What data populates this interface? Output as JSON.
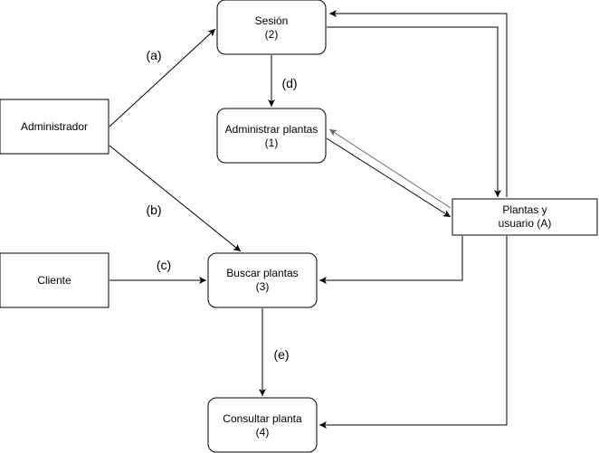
{
  "nodes": {
    "sesion": {
      "line1": "Sesión",
      "line2": "(2)"
    },
    "administrar": {
      "line1": "Administrar plantas",
      "line2": "(1)"
    },
    "buscar": {
      "line1": "Buscar plantas",
      "line2": "(3)"
    },
    "consultar": {
      "line1": "Consultar planta",
      "line2": "(4)"
    },
    "administrador": {
      "line1": "Administrador"
    },
    "cliente": {
      "line1": "Cliente"
    },
    "plantas_usuario": {
      "line1": "Plantas y",
      "line2": "usuario (A)"
    }
  },
  "edges": {
    "a": "(a)",
    "b": "(b)",
    "c": "(c)",
    "d": "(d)",
    "e": "(e)"
  }
}
